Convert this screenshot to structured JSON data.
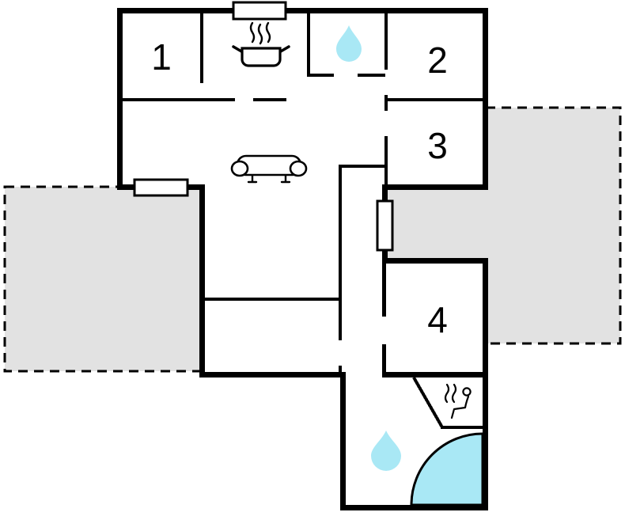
{
  "diagram": {
    "type": "floor-plan",
    "rooms": [
      {
        "id": "room-1",
        "label": "1"
      },
      {
        "id": "room-2",
        "label": "2"
      },
      {
        "id": "room-3",
        "label": "3"
      },
      {
        "id": "room-4",
        "label": "4"
      }
    ],
    "icons": [
      {
        "name": "stove-icon",
        "glyph": "cooking-pot-with-steam"
      },
      {
        "name": "sofa-icon",
        "glyph": "sofa-side-view"
      },
      {
        "name": "water-drop-icon-top",
        "glyph": "droplet"
      },
      {
        "name": "water-drop-icon-bottom",
        "glyph": "droplet"
      },
      {
        "name": "sauna-icon",
        "glyph": "seated-person-with-steam"
      },
      {
        "name": "corner-bath-icon",
        "glyph": "quarter-circle-tub"
      }
    ],
    "areas": [
      {
        "name": "terrace-left",
        "style": "dashed-outline"
      },
      {
        "name": "terrace-right",
        "style": "dashed-outline"
      }
    ],
    "windows": [
      {
        "name": "window-top"
      },
      {
        "name": "window-left"
      },
      {
        "name": "window-right"
      }
    ]
  },
  "colors": {
    "bg": "#ffffff",
    "wall": "#000000",
    "terrace": "#e2e2e2",
    "terraceBorder": "#000000",
    "water": "#a9e8f5",
    "label": "#000000"
  }
}
